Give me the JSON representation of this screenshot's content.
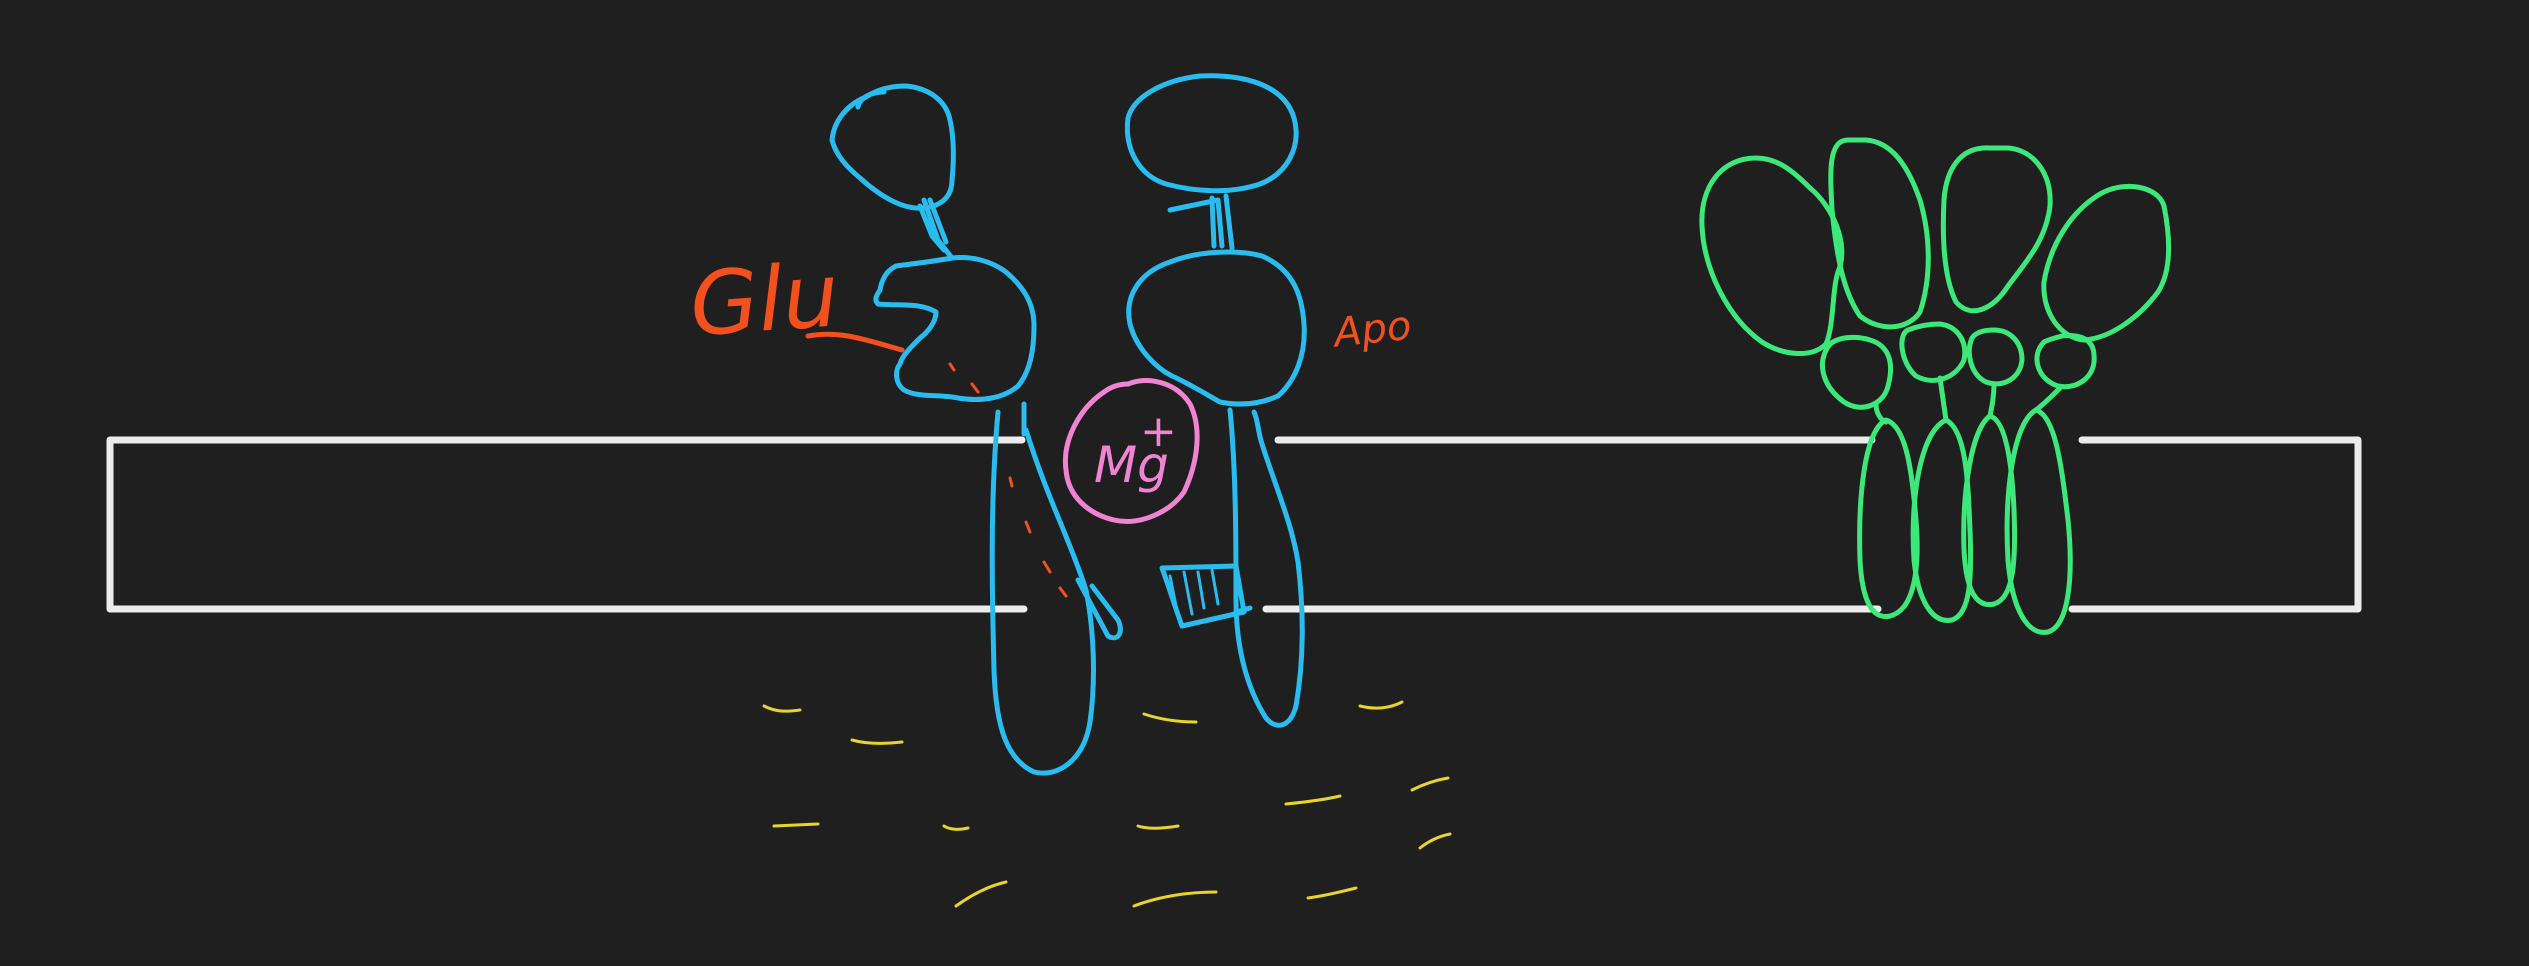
{
  "labels": {
    "glu": "Glu",
    "apo": "Apo",
    "mg_ion": "Mg",
    "mg_charge": "+"
  },
  "colors": {
    "background": "#1f1f1f",
    "membrane": "#ececec",
    "receptor": "#2bbcef",
    "ligand": "#f2501d",
    "magnesium": "#f084d2",
    "neighbor_channel": "#3ce87a",
    "ions": "#e8d42a"
  }
}
